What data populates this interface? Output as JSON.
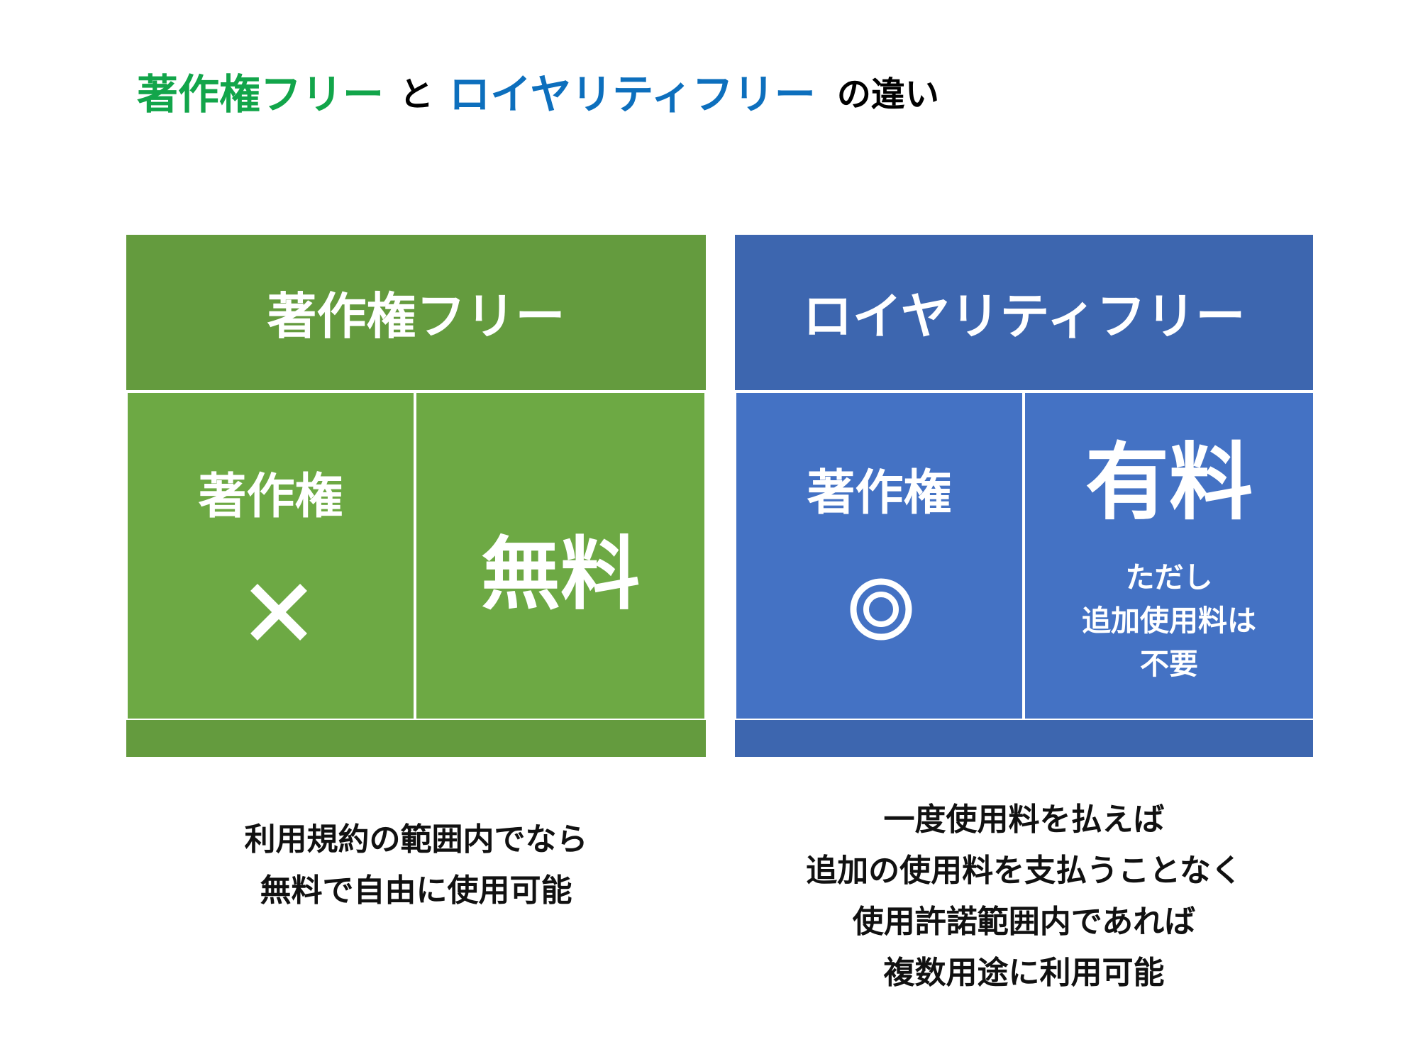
{
  "title": {
    "part1": "著作権フリー",
    "part2": "と",
    "part3": "ロイヤリティフリー",
    "part4": "の違い",
    "colors": {
      "part1": "#12A54A",
      "part3": "#0D6FBD",
      "other": "#000000"
    }
  },
  "copyright_free": {
    "header": "著作権フリー",
    "left_cell": {
      "label": "著作権",
      "mark_icon": "cross-mark"
    },
    "right_cell": {
      "value": "無料"
    },
    "description": [
      "利用規約の範囲内でなら",
      "無料で自由に使用可能"
    ],
    "colors": {
      "header": "#649B3E",
      "body": "#6DA944",
      "footer": "#649B3E"
    }
  },
  "royalty_free": {
    "header": "ロイヤリティフリー",
    "left_cell": {
      "label": "著作権",
      "mark_icon": "double-circle"
    },
    "right_cell": {
      "value": "有料",
      "note": [
        "ただし",
        "追加使用料は",
        "不要"
      ]
    },
    "description": [
      "一度使用料を払えば",
      "追加の使用料を支払うことなく",
      "使用許諾範囲内であれば",
      "複数用途に利用可能"
    ],
    "colors": {
      "header": "#3D66AF",
      "body": "#4472C4",
      "footer": "#3D66AF"
    }
  }
}
